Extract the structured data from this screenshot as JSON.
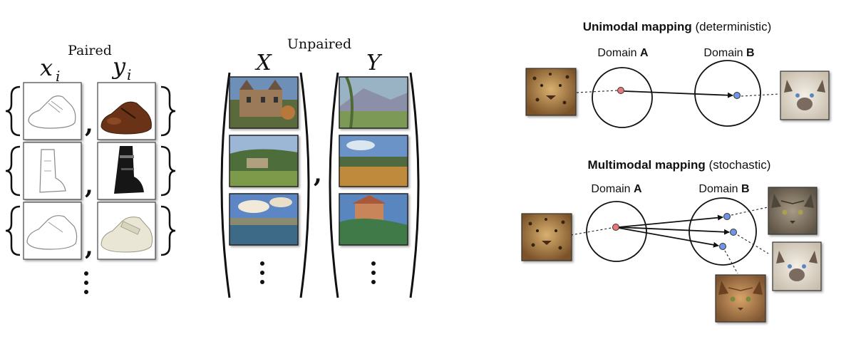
{
  "paired": {
    "title": "Paired",
    "col_x": "x",
    "col_x_sub": "i",
    "col_y": "y",
    "col_y_sub": "i",
    "comma": ",",
    "rows": [
      {
        "sketch": "shoe-sketch",
        "photo": "brown-oxford-shoe"
      },
      {
        "sketch": "boot-sketch",
        "photo": "black-biker-boot"
      },
      {
        "sketch": "velcro-shoe-sketch",
        "photo": "white-velcro-shoe"
      }
    ]
  },
  "unpaired": {
    "title": "Unpaired",
    "set_x": "X",
    "set_y": "Y",
    "comma": ",",
    "x_images": [
      "castle-photo",
      "countryside-photo",
      "river-landscape-photo"
    ],
    "y_images": [
      "cezanne-mountain-painting",
      "cezanne-field-painting",
      "cezanne-village-painting"
    ]
  },
  "unimodal": {
    "title_bold": "Unimodal mapping",
    "title_rest": " (deterministic)",
    "domain_a_prefix": "Domain ",
    "domain_a_letter": "A",
    "domain_b_prefix": "Domain ",
    "domain_b_letter": "B"
  },
  "multimodal": {
    "title_bold": "Multimodal mapping",
    "title_rest": " (stochastic)",
    "domain_a_prefix": "Domain ",
    "domain_a_letter": "A",
    "domain_b_prefix": "Domain ",
    "domain_b_letter": "B"
  },
  "colors": {
    "source_point": "#e8777a",
    "target_point": "#6f95e0",
    "leopard": "#b58848",
    "cat_siamese": "#e6e1d8",
    "cat_tabby": "#8d8070",
    "cat_orange": "#c08a50"
  }
}
